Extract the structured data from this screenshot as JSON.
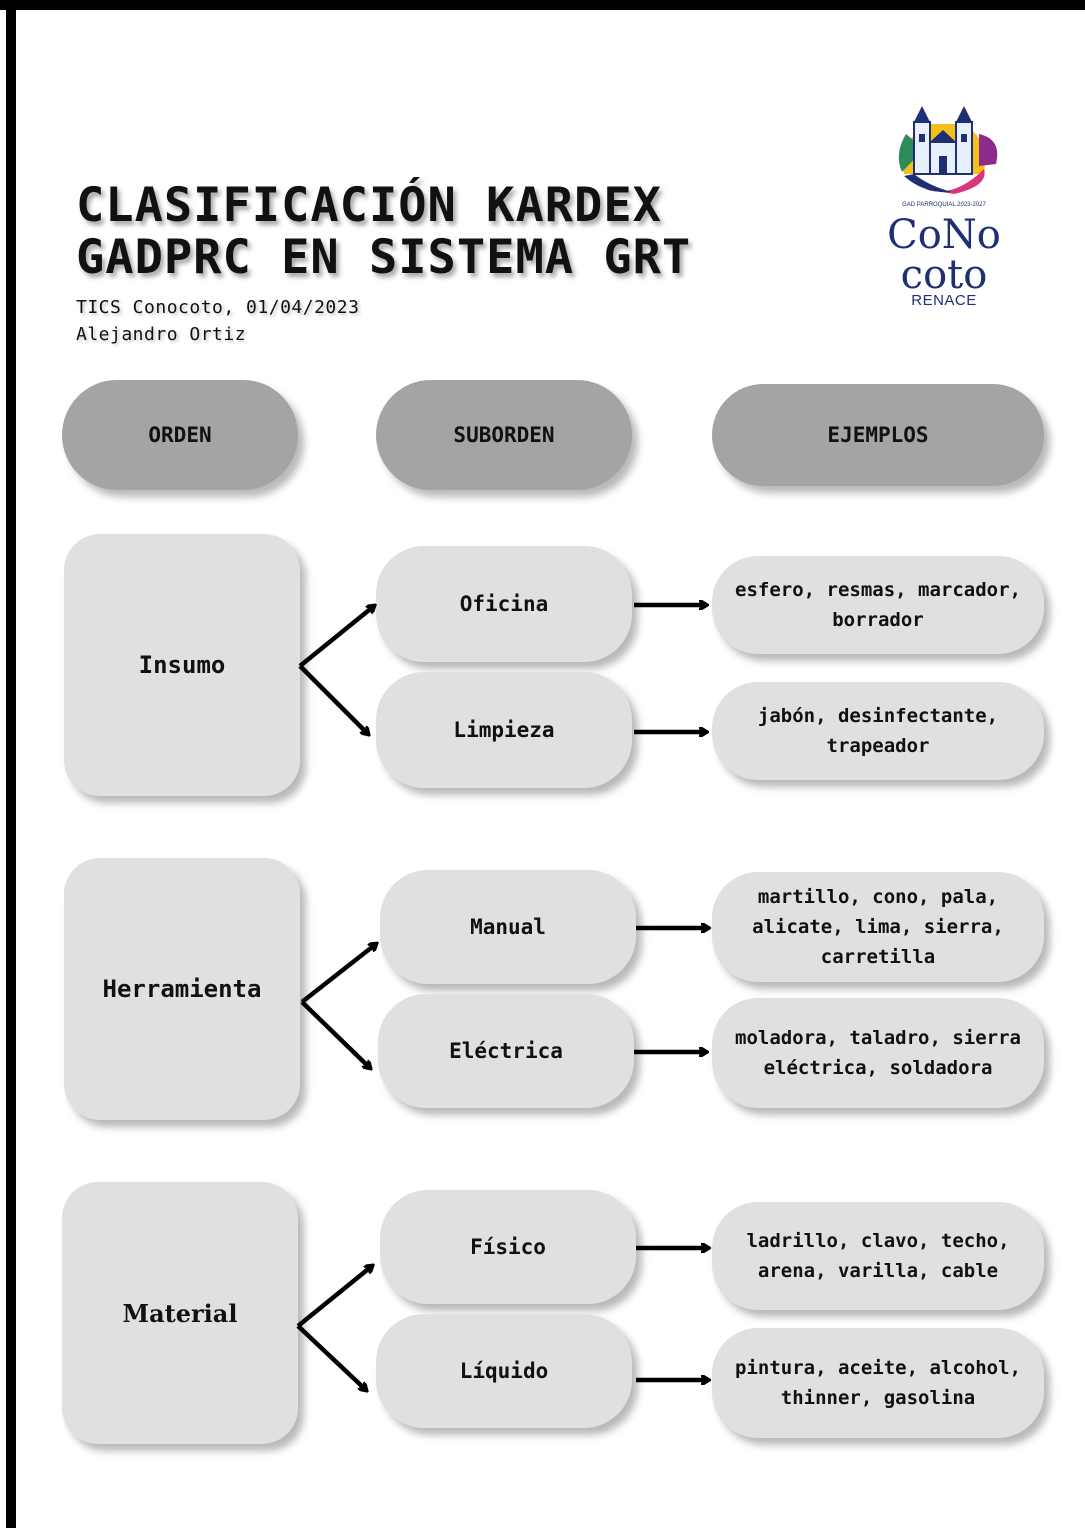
{
  "header": {
    "title_line1": "CLASIFICACIÓN KARDEX",
    "title_line2": "GADPRC EN SISTEMA GRT",
    "subtitle_line1": "TICS Conocoto, 01/04/2023",
    "subtitle_line2": "Alejandro Ortiz"
  },
  "logo": {
    "small_text": "GAD PARROQUIAL 2023-2027",
    "name_line1": "CoNo",
    "name_line2": "coto",
    "tagline": "RENACE"
  },
  "columns": {
    "orden": "ORDEN",
    "suborden": "SUBORDEN",
    "ejemplos": "EJEMPLOS"
  },
  "groups": [
    {
      "orden": "Insumo",
      "subs": [
        {
          "label": "Oficina",
          "examples": "esfero, resmas, marcador, borrador"
        },
        {
          "label": "Limpieza",
          "examples": "jabón, desinfectante, trapeador"
        }
      ]
    },
    {
      "orden": "Herramienta",
      "subs": [
        {
          "label": "Manual",
          "examples": "martillo, cono, pala, alicate, lima, sierra, carretilla"
        },
        {
          "label": "Eléctrica",
          "examples": "moladora, taladro, sierra eléctrica, soldadora"
        }
      ]
    },
    {
      "orden": "Material",
      "subs": [
        {
          "label": "Físico",
          "examples": "ladrillo, clavo, techo, arena, varilla, cable"
        },
        {
          "label": "Líquido",
          "examples": "pintura, aceite, alcohol, thinner, gasolina"
        }
      ]
    }
  ]
}
